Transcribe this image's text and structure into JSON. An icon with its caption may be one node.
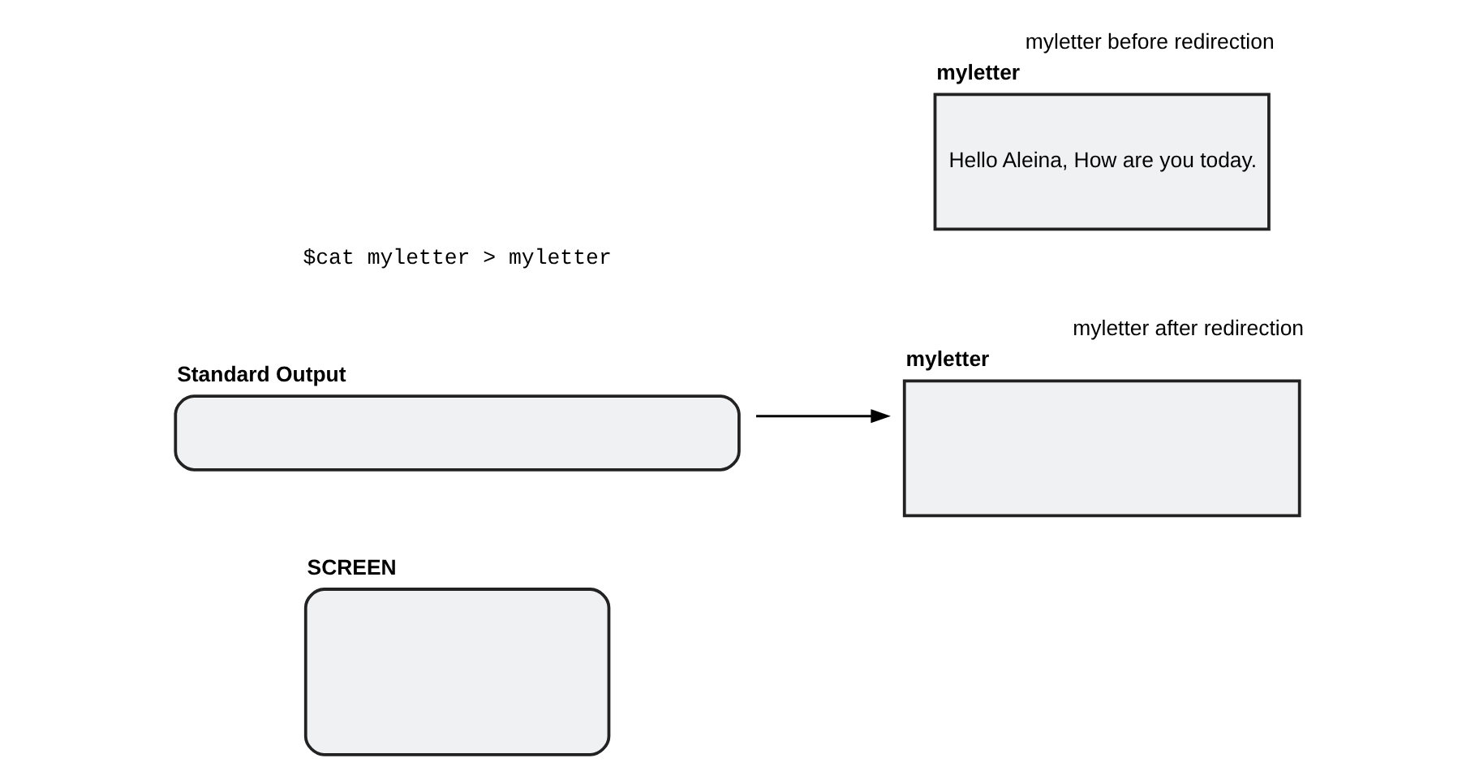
{
  "diagram": {
    "nodes": [
      {
        "text": [
          "SCREEN"
        ]
      },
      {
        "text": [
          "Standard Output"
        ]
      },
      {
        "text": [
          "myletter"
        ],
        "beside": [
          "myletter after redirection"
        ]
      },
      {
        "text": [
          "myletter",
          "Hello Aleina, How are you today."
        ],
        "beside": [
          "myletter before redirection"
        ]
      }
    ],
    "edges": [
      {
        "from": 1,
        "to": 2,
        "arrow": "to"
      }
    ],
    "labels": [
      "$cat myletter > myletter"
    ]
  }
}
